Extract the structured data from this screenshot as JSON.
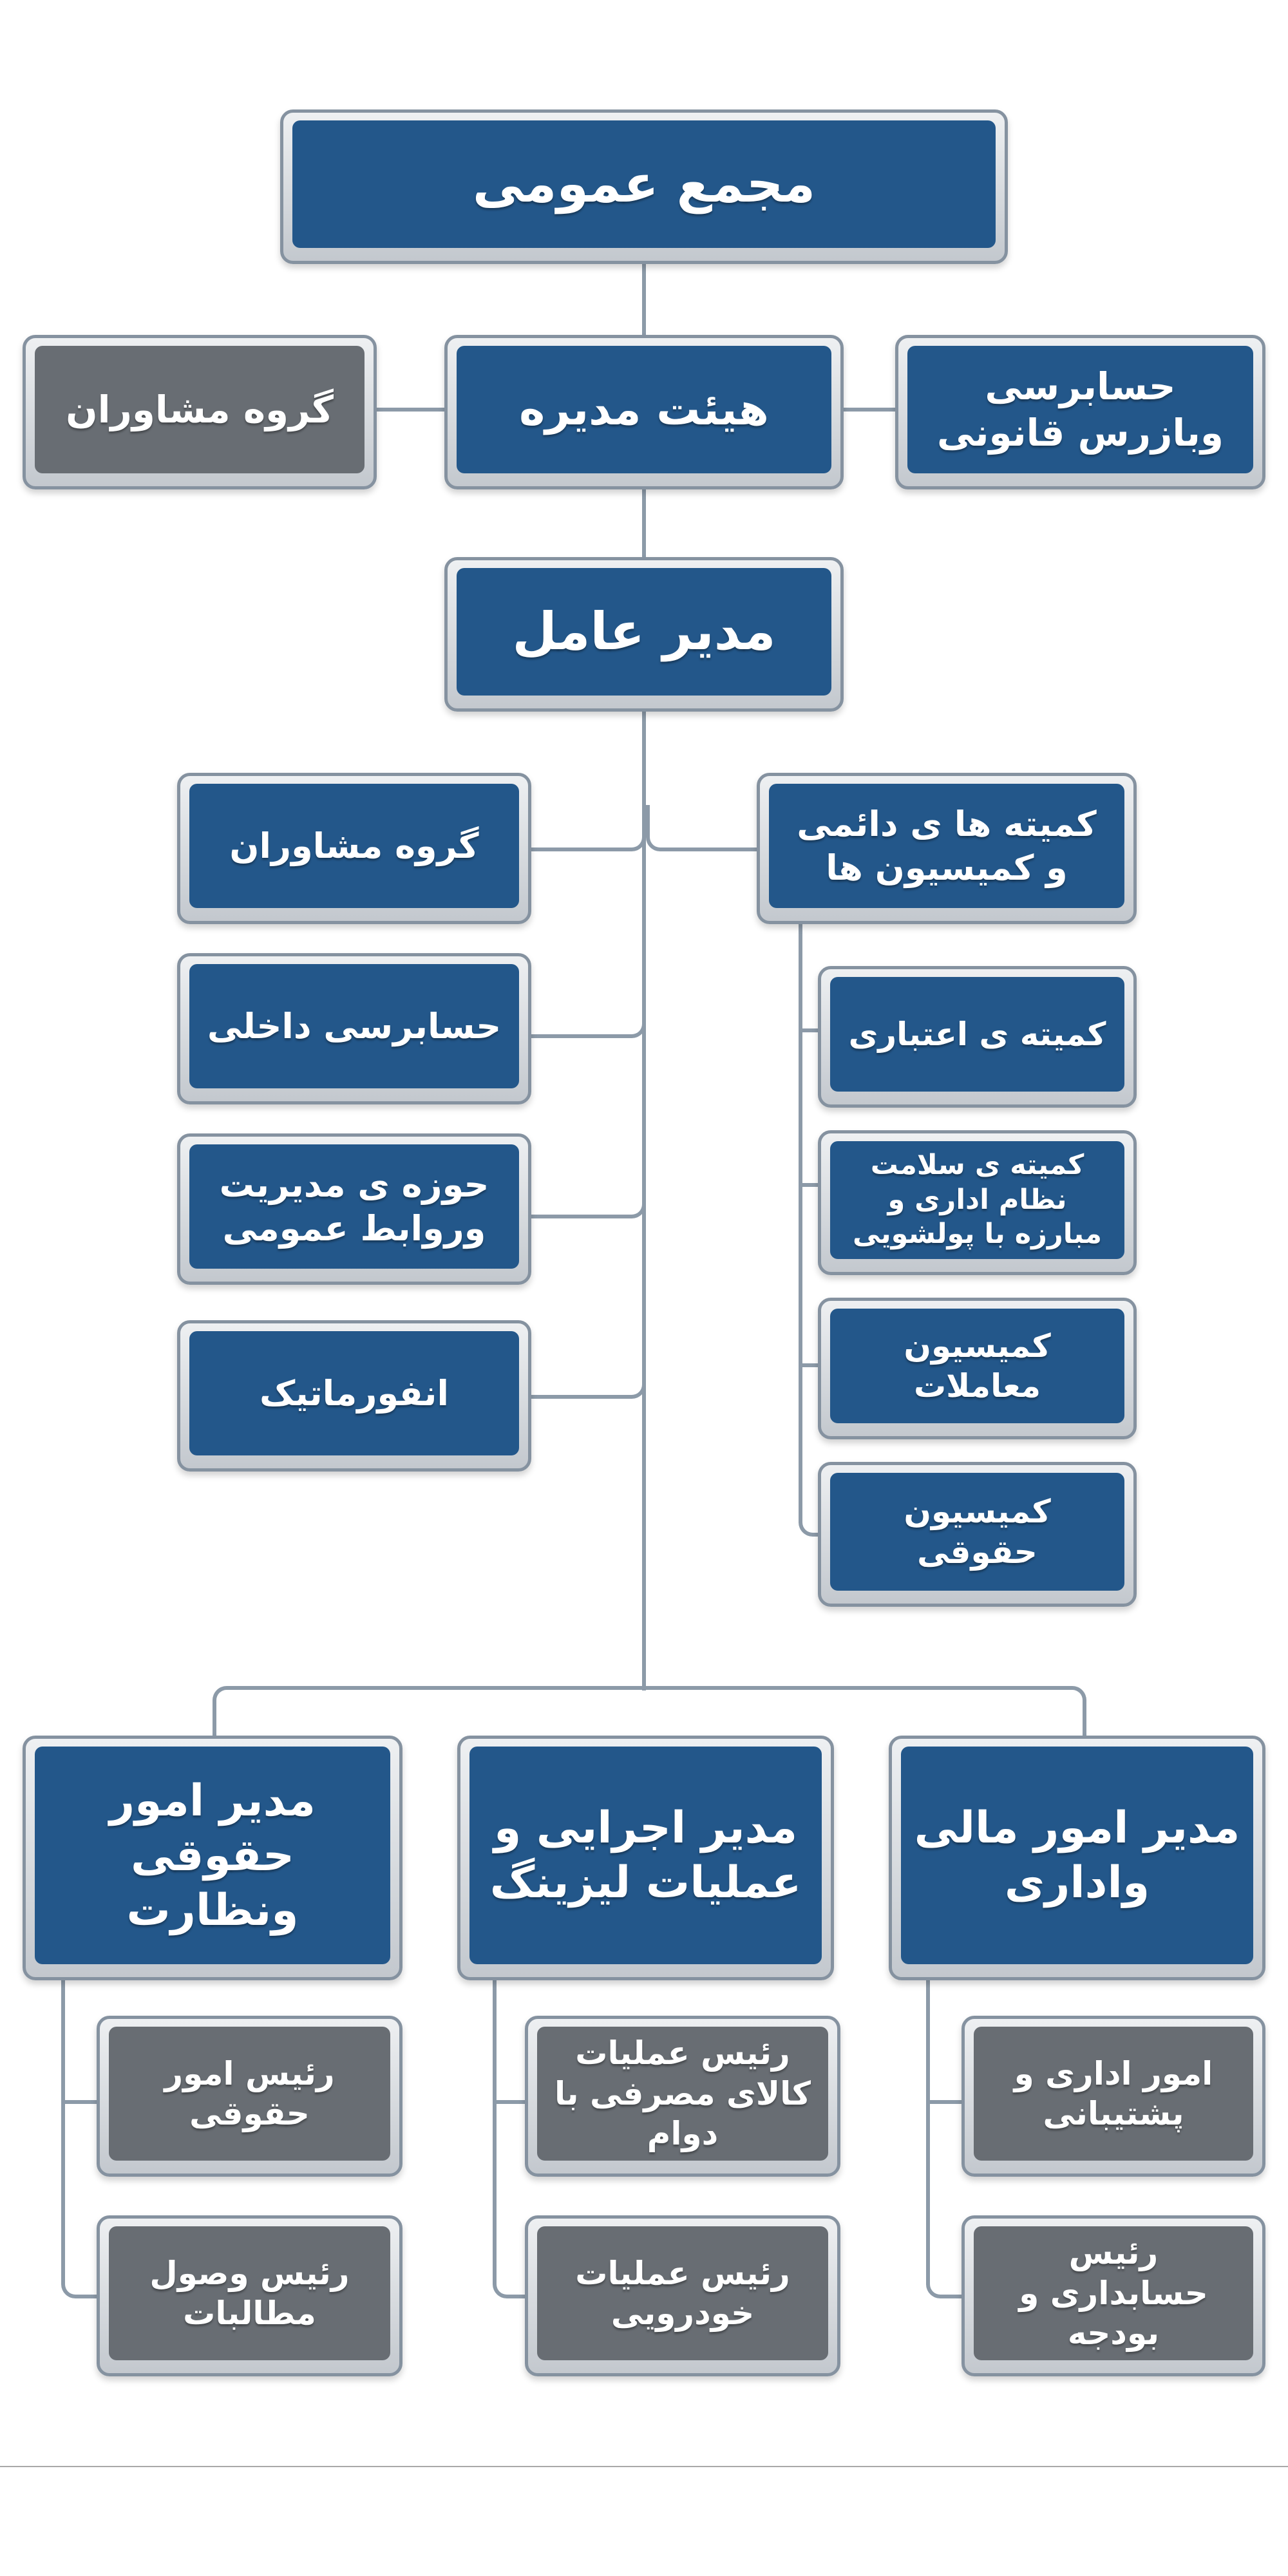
{
  "chart": {
    "top": {
      "general_assembly": "مجمع عمومی",
      "board_of_directors": "هیئت مدیره",
      "advisory_group_board": "گروه مشاوران",
      "statutory_auditor": "حسابرسی وبازرس قانونی",
      "ceo": "مدیر عامل"
    },
    "ceo_staff_left": [
      {
        "label": "گروه مشاوران"
      },
      {
        "label": "حسابرسی داخلی"
      },
      {
        "label": "حوزه ی مدیریت وروابط عمومی"
      },
      {
        "label": "انفورماتیک"
      }
    ],
    "committees": {
      "header": "کمیته ها ی دائمی و کمیسیون ها",
      "items": [
        {
          "label": "کمیته ی اعتباری"
        },
        {
          "label": "کمیته ی سلامت نظام اداری و مبارزه با پولشویی"
        },
        {
          "label": "کمیسیون معاملات"
        },
        {
          "label": "کمیسیون حقوقی"
        }
      ]
    },
    "departments": [
      {
        "title": "مدیر امور حقوقی ونظارت",
        "subunits": [
          {
            "label": "رئیس امور حقوقی"
          },
          {
            "label": "رئیس وصول مطالبات"
          }
        ]
      },
      {
        "title": "مدیر اجرایی و عملیات لیزینگ",
        "subunits": [
          {
            "label": "رئیس عملیات کالای مصرفی با دوام"
          },
          {
            "label": "رئیس عملیات خودرویی"
          }
        ]
      },
      {
        "title": "مدیر امور مالی واداری",
        "subunits": [
          {
            "label": "امور اداری و پشتیبانی"
          },
          {
            "label": "رئیس حسابداری و بودجه"
          }
        ]
      }
    ],
    "colors": {
      "primary_box": "#23578a",
      "secondary_box": "#686d73",
      "connector": "#8c9aa8",
      "frame": "#c3c8ce"
    }
  }
}
